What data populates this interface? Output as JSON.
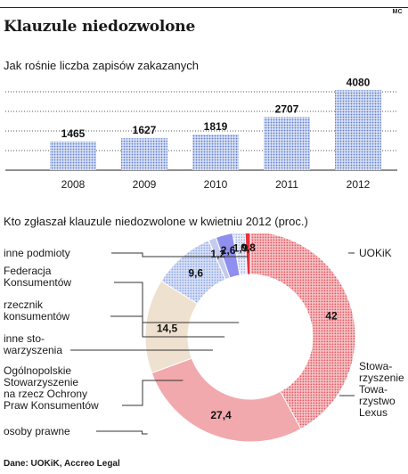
{
  "header": {
    "credit": "MC",
    "title": "Klauzule niedozwolone"
  },
  "colors": {
    "bar": "#8ea6e0",
    "grid": "#555555",
    "text": "#1a1a1a",
    "leader": "#333333"
  },
  "chart_data": [
    {
      "type": "bar",
      "title": "Jak rośnie liczba zapisów zakazanych",
      "categories": [
        "2008",
        "2009",
        "2010",
        "2011",
        "2012"
      ],
      "values": [
        1465,
        1627,
        1819,
        2707,
        4080
      ],
      "ylim": [
        0,
        4500
      ],
      "grid": true,
      "value_labels": [
        "1465",
        "1627",
        "1819",
        "2707",
        "4080"
      ]
    },
    {
      "type": "pie",
      "style": "donut",
      "title": "Kto zgłaszał klauzule niedozwolone w kwietniu 2012 (proc.)",
      "segments": [
        {
          "label": "UOKiK",
          "value": 42,
          "value_label": "42",
          "color": "#e8545e",
          "pattern": "dots",
          "side": "right"
        },
        {
          "label": "Stowa-\nrzyszenie\nTowa-\nrzystwo\nLexus",
          "value": 27.4,
          "value_label": "27,4",
          "color": "#f2a9ae",
          "pattern": "solid",
          "side": "right"
        },
        {
          "label": "osoby prawne",
          "value": 14.5,
          "value_label": "14,5",
          "color": "#efe1cf",
          "pattern": "solid",
          "side": "left"
        },
        {
          "label": "Ogólnopolskie\nStowarzyszenie\nna rzecz Ochrony\nPraw Konsumentów",
          "value": 9.6,
          "value_label": "9,6",
          "color": "#8ea6e0",
          "pattern": "dots",
          "side": "left"
        },
        {
          "label": "inne sto-\nwarzyszenia",
          "value": 1.2,
          "value_label": "1,2",
          "color": "#c6cbee",
          "pattern": "solid",
          "side": "left"
        },
        {
          "label": "rzecznik\nkonsumentów",
          "value": 2.6,
          "value_label": "2,6",
          "color": "#8f8ff0",
          "pattern": "solid",
          "side": "left"
        },
        {
          "label": "Federacja\nKonsumentów",
          "value": 1.9,
          "value_label": "1,9",
          "color": "#b3c1ee",
          "pattern": "dots",
          "side": "left"
        },
        {
          "label": "inne podmioty",
          "value": 0.8,
          "value_label": "0,8",
          "color": "#e8303a",
          "pattern": "solid",
          "side": "left"
        }
      ]
    }
  ],
  "footer": {
    "source": "Dane: UOKiK, Accreo Legal"
  }
}
